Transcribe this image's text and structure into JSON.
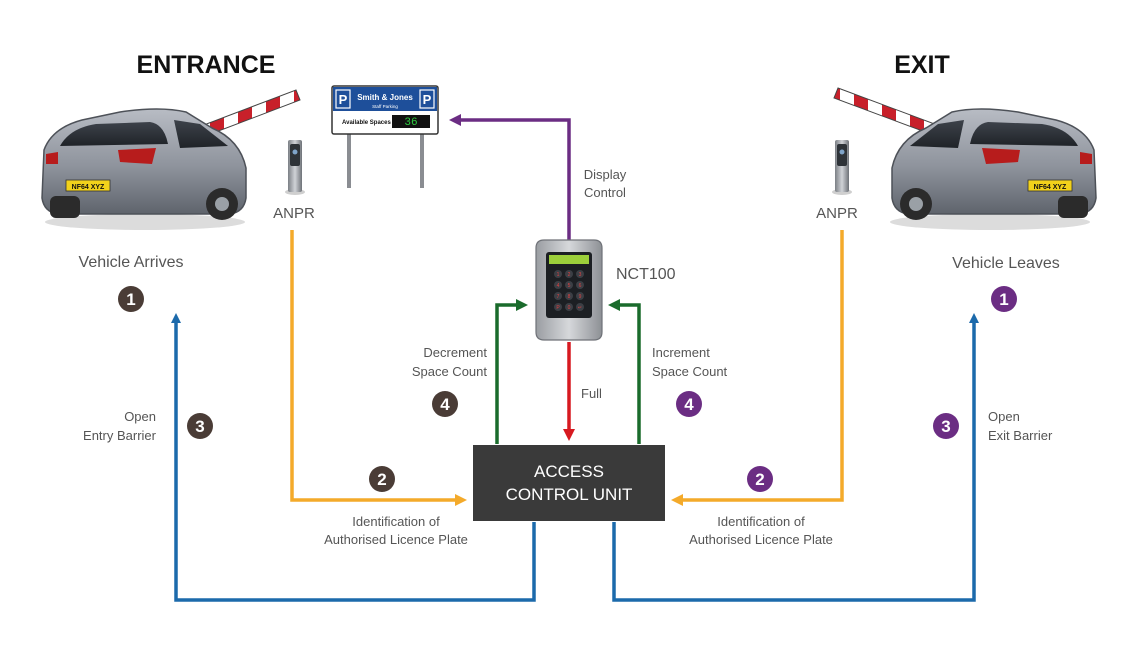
{
  "entrance": {
    "heading": "ENTRANCE",
    "plate": "NF64 XYZ",
    "anpr_label": "ANPR",
    "vehicle_label": "Vehicle Arrives",
    "step_arrive": "1",
    "step_identify": "2",
    "step_open": "3",
    "step_decrement": "4",
    "open_line1": "Open",
    "open_line2": "Entry Barrier",
    "ident_line1": "Identification of",
    "ident_line2": "Authorised Licence Plate",
    "decrement_line1": "Decrement",
    "decrement_line2": "Space Count"
  },
  "exit": {
    "heading": "EXIT",
    "plate": "NF64 XYZ",
    "anpr_label": "ANPR",
    "vehicle_label": "Vehicle Leaves",
    "step_leave": "1",
    "step_identify": "2",
    "step_open": "3",
    "step_increment": "4",
    "open_line1": "Open",
    "open_line2": "Exit Barrier",
    "ident_line1": "Identification of",
    "ident_line2": "Authorised Licence Plate",
    "increment_line1": "Increment",
    "increment_line2": "Space Count"
  },
  "sign": {
    "parking_symbol": "P",
    "company": "Smith & Jones",
    "subtitle": "Staff Parking",
    "spaces_label": "Available Spaces",
    "spaces_value": "36"
  },
  "display_control": {
    "line1": "Display",
    "line2": "Control"
  },
  "nct": {
    "label": "NCT100",
    "keys": [
      "1",
      "2",
      "3",
      "4",
      "5",
      "6",
      "7",
      "8",
      "9",
      "P",
      "0",
      "↵"
    ]
  },
  "full_label": "Full",
  "acu": {
    "line1": "ACCESS",
    "line2": "CONTROL UNIT"
  },
  "colors": {
    "entrance_badge": "#4a3c36",
    "exit_badge": "#6b2d83",
    "blue": "#1c6aab",
    "orange": "#f4aa2a",
    "green": "#1a6b2c",
    "red": "#d71920",
    "purple": "#6b2d83",
    "acu_fill": "#3a3a3a"
  }
}
